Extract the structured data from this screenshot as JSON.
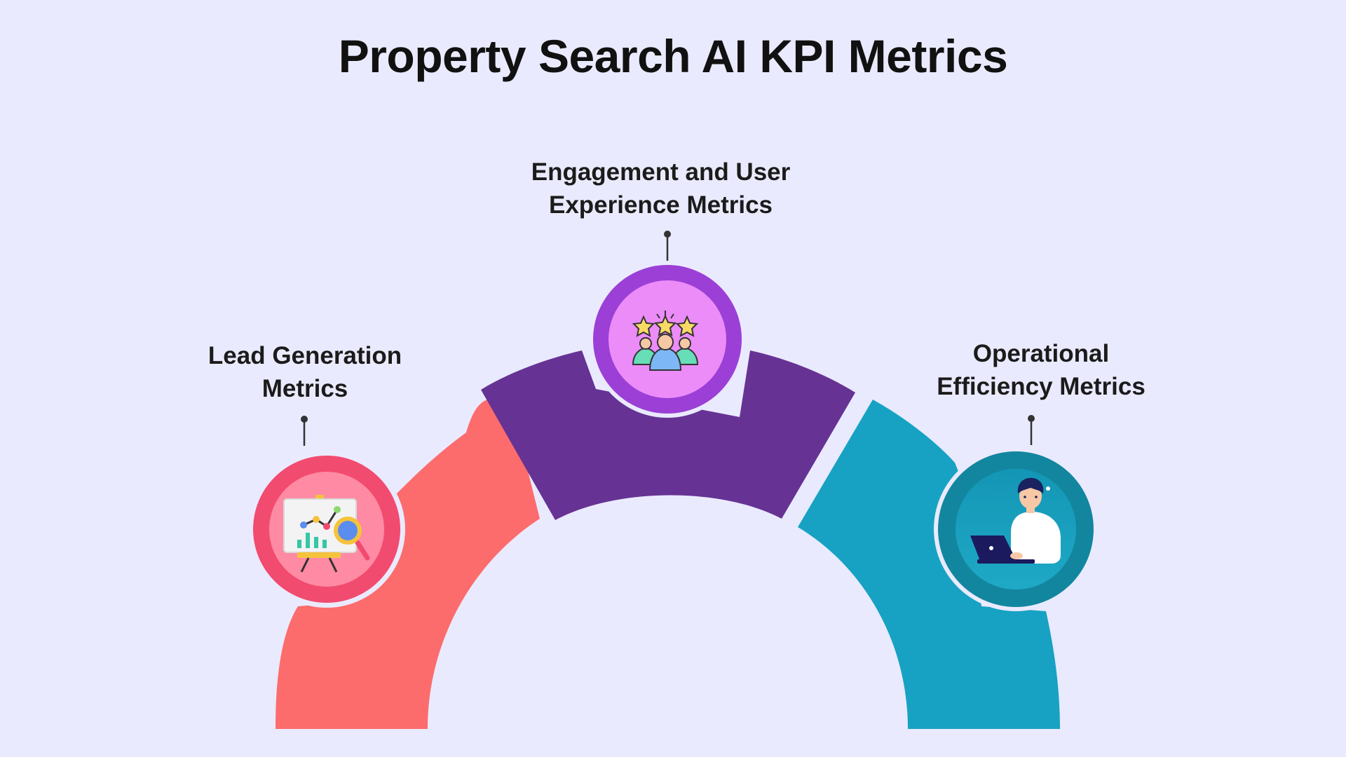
{
  "title": "Property Search AI KPI Metrics",
  "segments": [
    {
      "id": "lead",
      "label": "Lead Generation\nMetrics",
      "icon": "presentation-chart-magnifier-icon",
      "color": "#FC6C6C",
      "badge_outer": "#F24B70",
      "badge_inner": "#FF8AA3"
    },
    {
      "id": "engagement",
      "label": "Engagement and User\nExperience Metrics",
      "icon": "user-group-rating-stars-icon",
      "color": "#663394",
      "badge_outer": "#9B3FD6",
      "badge_inner": "#EB8CF8"
    },
    {
      "id": "operational",
      "label": "Operational\nEfficiency Metrics",
      "icon": "person-using-laptop-icon",
      "color": "#17A2C3",
      "badge_outer": "#13869F",
      "badge_inner": "#1A9DBA"
    }
  ]
}
